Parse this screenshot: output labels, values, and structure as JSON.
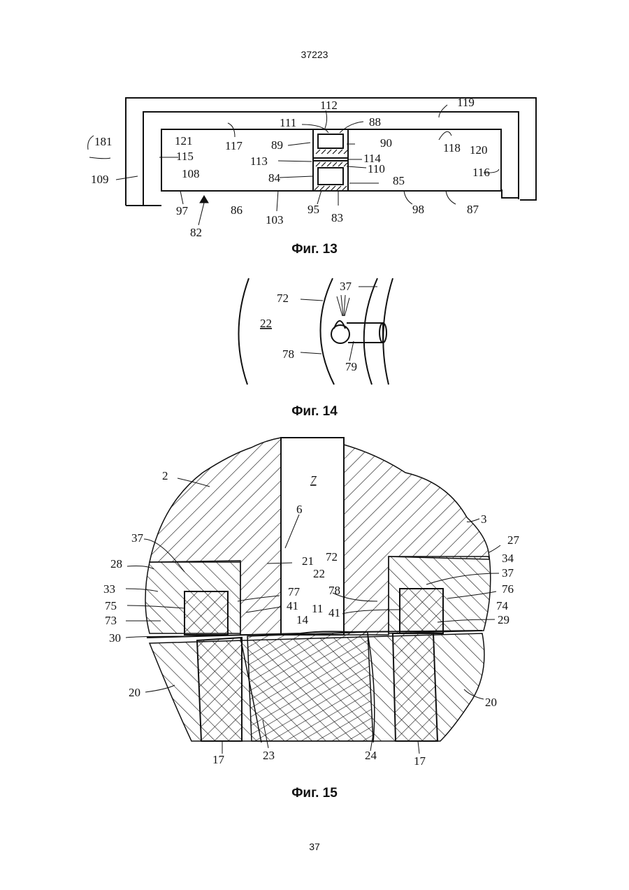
{
  "document": {
    "doc_number": "37223",
    "page_number": "37"
  },
  "figures": [
    {
      "id": "fig13",
      "caption": "Фиг. 13",
      "labels": [
        "112",
        "111",
        "88",
        "119",
        "181",
        "121",
        "117",
        "89",
        "90",
        "118",
        "120",
        "115",
        "113",
        "114",
        "110",
        "109",
        "108",
        "84",
        "85",
        "116",
        "97",
        "86",
        "103",
        "95",
        "83",
        "98",
        "87",
        "82"
      ]
    },
    {
      "id": "fig14",
      "caption": "Фиг. 14",
      "labels": [
        "37",
        "72",
        "22",
        "78",
        "79"
      ]
    },
    {
      "id": "fig15",
      "caption": "Фиг. 15",
      "labels": [
        "2",
        "7",
        "6",
        "3",
        "37",
        "27",
        "28",
        "21",
        "72",
        "34",
        "22",
        "37",
        "33",
        "77",
        "78",
        "76",
        "75",
        "41",
        "11",
        "41",
        "74",
        "73",
        "14",
        "29",
        "30",
        "20",
        "20",
        "17",
        "23",
        "24",
        "17"
      ]
    }
  ]
}
